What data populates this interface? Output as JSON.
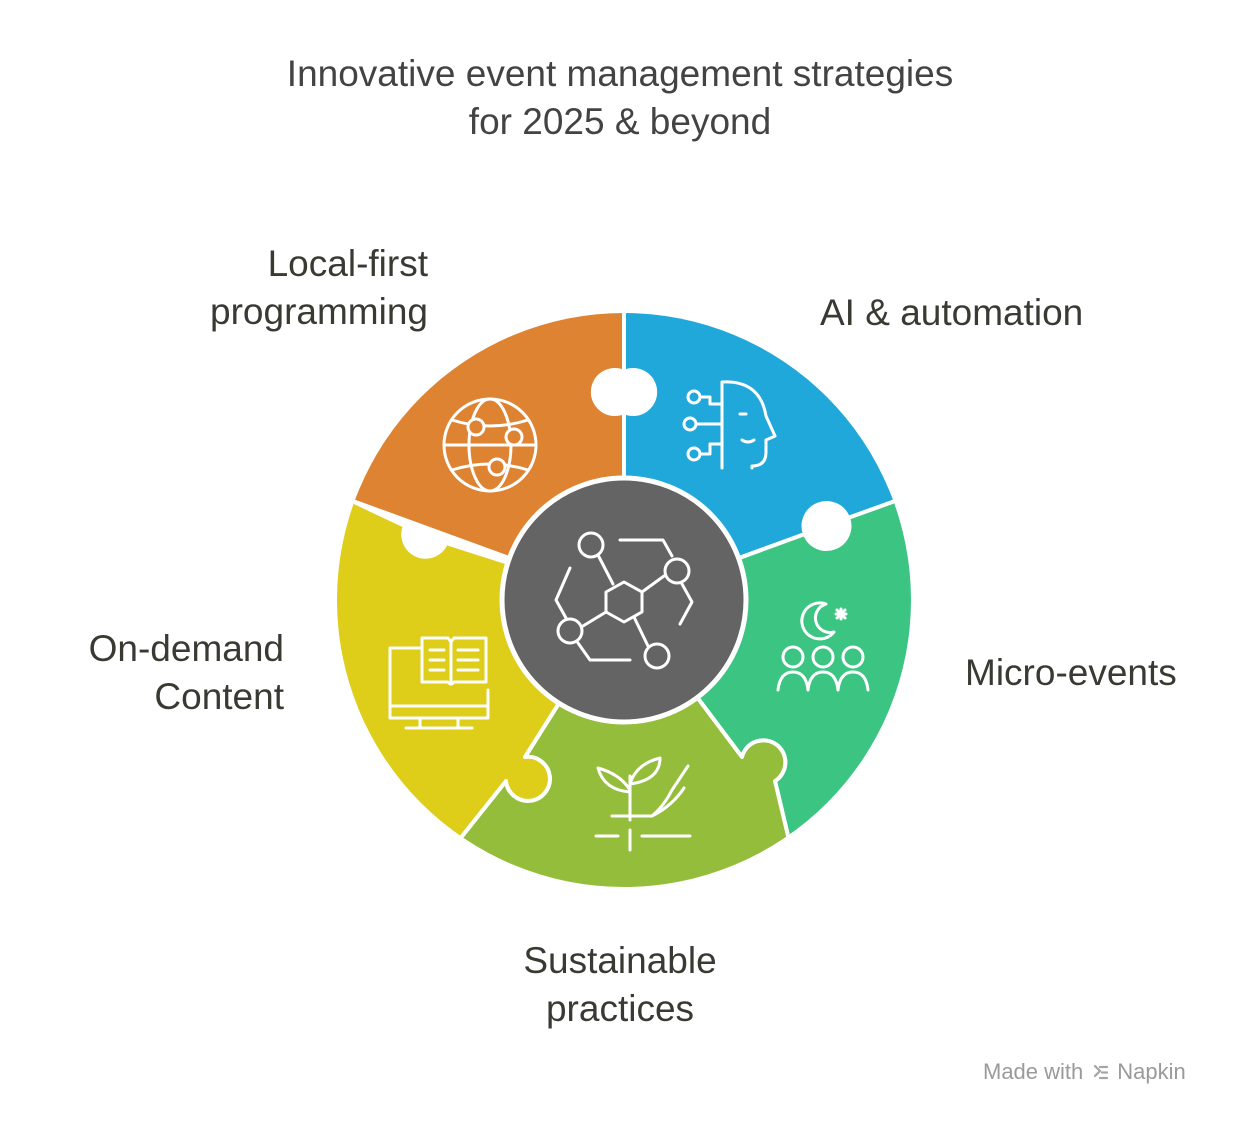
{
  "title": {
    "line1": "Innovative event management strategies",
    "line2": "for 2025 & beyond"
  },
  "segments": [
    {
      "key": "local",
      "label_lines": [
        "Local-first",
        "programming"
      ],
      "color": "#DE8331",
      "icon": "globe-network-icon"
    },
    {
      "key": "ai",
      "label_lines": [
        "AI & automation"
      ],
      "color": "#20A8DA",
      "icon": "ai-head-circuit-icon"
    },
    {
      "key": "micro",
      "label_lines": [
        "Micro-events"
      ],
      "color": "#3CC482",
      "icon": "people-group-moon-icon"
    },
    {
      "key": "sustainable",
      "label_lines": [
        "Sustainable",
        "practices"
      ],
      "color": "#94BD3B",
      "icon": "hand-plant-icon"
    },
    {
      "key": "ondemand",
      "label_lines": [
        "On-demand",
        "Content"
      ],
      "color": "#DECD19",
      "icon": "monitor-book-icon"
    }
  ],
  "center": {
    "color": "#646464",
    "icon": "molecule-network-icon"
  },
  "footer": {
    "made_with": "Made with",
    "brand": "Napkin"
  }
}
